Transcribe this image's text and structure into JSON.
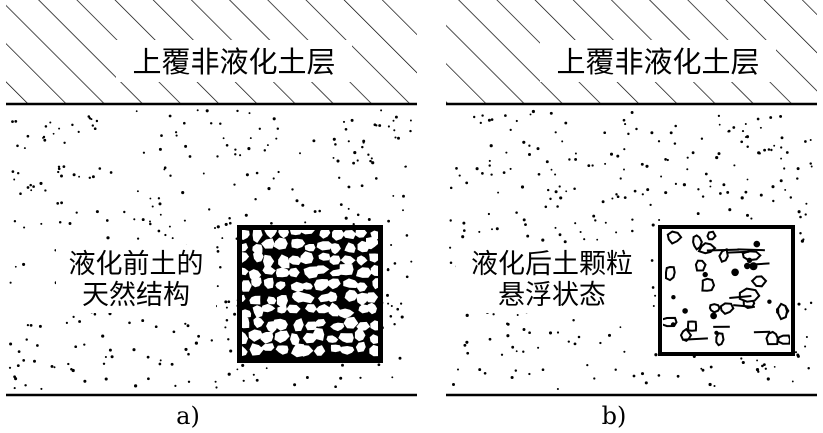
{
  "panels": [
    {
      "id": "a",
      "top_layer_label": "上覆非液化土层",
      "state_label_lines": [
        "液化前土的",
        "天然结构"
      ],
      "caption": "a)"
    },
    {
      "id": "b",
      "top_layer_label": "上覆非液化土层",
      "state_label_lines": [
        "液化后土颗粒",
        "悬浮状态"
      ],
      "caption": "b)"
    }
  ]
}
